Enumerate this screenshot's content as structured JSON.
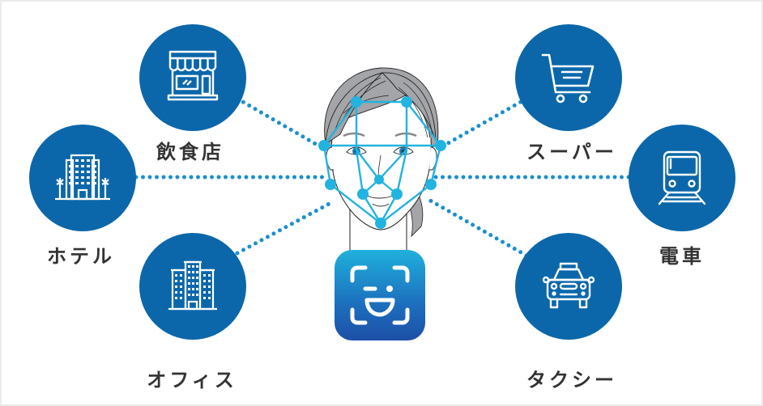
{
  "diagram": {
    "colors": {
      "circle_fill": "#0b67aa",
      "dot_line": "#1a8fd0",
      "face_mesh": "#22b3e0",
      "label_text": "#333333",
      "frame_border": "#ebebeb",
      "app_icon_gradient_top": "#1fb0dc",
      "app_icon_gradient_bottom": "#1d4fa7"
    },
    "center": {
      "illustration": "face-recognition-mesh",
      "app_icon": "face-id-wink-icon"
    },
    "nodes": [
      {
        "id": "restaurant",
        "label": "飲食店",
        "icon": "storefront-icon"
      },
      {
        "id": "hotel",
        "label": "ホテル",
        "icon": "hotel-building-palm-icon"
      },
      {
        "id": "office",
        "label": "オフィス",
        "icon": "office-building-icon"
      },
      {
        "id": "supermarket",
        "label": "スーパー",
        "icon": "shopping-cart-icon"
      },
      {
        "id": "train",
        "label": "電車",
        "icon": "train-icon"
      },
      {
        "id": "taxi",
        "label": "タクシー",
        "icon": "taxi-icon"
      }
    ]
  }
}
